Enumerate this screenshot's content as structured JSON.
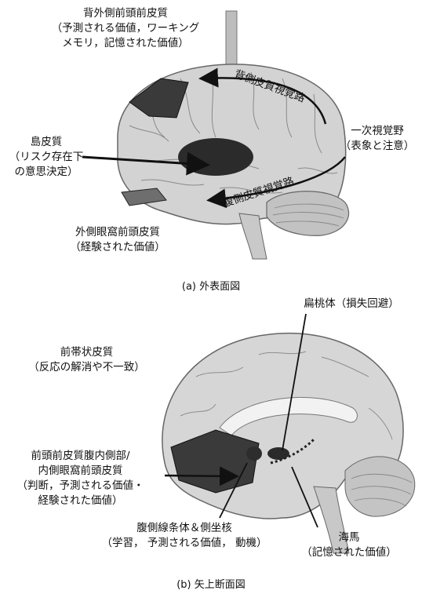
{
  "panel_a": {
    "labels": {
      "dlpfc": [
        "背外側前頭前皮質",
        "（予測される価値，ワーキング",
        "メモリ，記憶された価値）"
      ],
      "dorsal_stream": "背側皮質視覚路",
      "visual_cortex": [
        "一次視覚野",
        "（表象と注意）"
      ],
      "insula": [
        "島皮質",
        "（リスク存在下",
        "の意思決定）"
      ],
      "ventral_stream": "腹側皮質視覚路",
      "lofc": [
        "外側眼窩前頭皮質",
        "（経験された価値）"
      ]
    },
    "caption": "(a)  外表面図"
  },
  "panel_b": {
    "labels": {
      "amygdala": "扁桃体（損失回避）",
      "acc": [
        "前帯状皮質",
        "（反応の解消や不一致）"
      ],
      "vmpfc": [
        "前頭前皮質腹内側部/",
        "内側眼窩前頭皮質",
        "（判断，予測される価値・",
        "経験された価値）"
      ],
      "striatum": [
        "腹側線条体＆側坐核",
        "（学習， 予測される価値， 動機）"
      ],
      "hippocampus": [
        "海馬",
        "（記憶された価値）"
      ]
    },
    "caption": "(b)  矢上断面図"
  }
}
